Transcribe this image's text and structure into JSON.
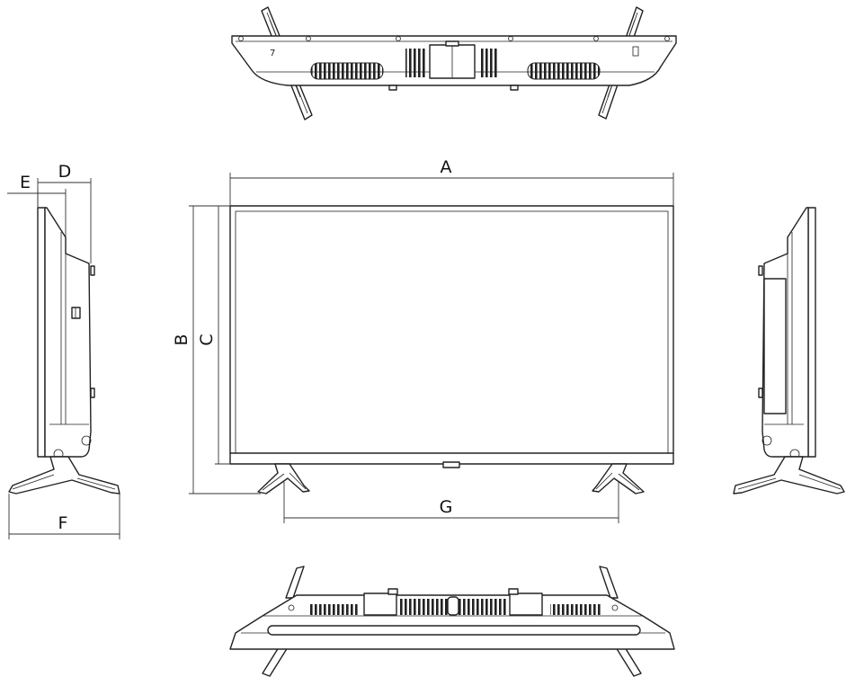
{
  "dimension_labels": {
    "a": "A",
    "b": "B",
    "c": "C",
    "d": "D",
    "e": "E",
    "f": "F",
    "g": "G"
  }
}
